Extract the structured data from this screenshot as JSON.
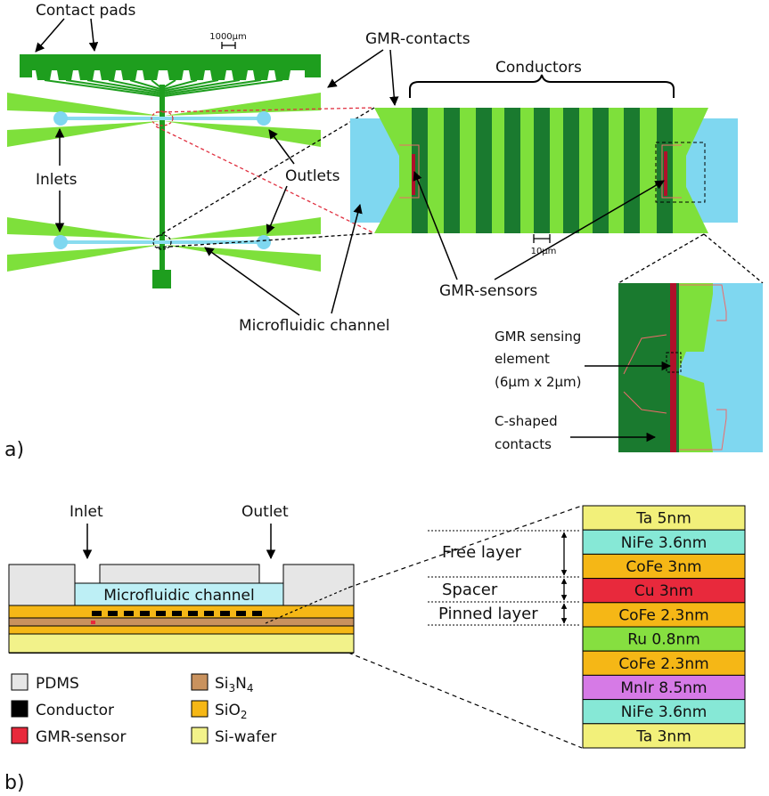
{
  "panel_a": {
    "panel_label": "a)",
    "contact_pads": "Contact pads",
    "scale_top": "1000µm",
    "gmr_contacts": "GMR-contacts",
    "conductors": "Conductors",
    "inlets": "Inlets",
    "outlets": "Outlets",
    "scale_bottom": "10µm",
    "gmr_sensors": "GMR-sensors",
    "microfluidic_channel": "Microfluidic channel",
    "sensing_element_lines": [
      "GMR sensing",
      "element",
      "(6µm x 2µm)"
    ],
    "c_shaped_lines": [
      "C-shaped",
      "contacts"
    ]
  },
  "panel_b": {
    "panel_label": "b)",
    "inlet": "Inlet",
    "outlet": "Outlet",
    "channel": "Microfluidic channel",
    "legend": [
      {
        "label": "PDMS",
        "color": "#e6e6e6"
      },
      {
        "label": "Conductor",
        "color": "#000000"
      },
      {
        "label": "GMR-sensor",
        "color": "#e8293c"
      },
      {
        "label": "Si3N4",
        "color": "#c9925e"
      },
      {
        "label": "SiO2",
        "color": "#f5b716"
      },
      {
        "label": "Si-wafer",
        "color": "#f2f28a"
      }
    ],
    "groups": {
      "free": "Free layer",
      "spacer": "Spacer",
      "pinned": "Pinned layer"
    },
    "stack": [
      {
        "label": "Ta 5nm",
        "color": "#f2f07a"
      },
      {
        "label": "NiFe 3.6nm",
        "color": "#86e8d6"
      },
      {
        "label": "CoFe 3nm",
        "color": "#f5b716"
      },
      {
        "label": "Cu 3nm",
        "color": "#e8293c"
      },
      {
        "label": "CoFe 2.3nm",
        "color": "#f5b716"
      },
      {
        "label": "Ru 0.8nm",
        "color": "#86df40"
      },
      {
        "label": "CoFe 2.3nm",
        "color": "#f5b716"
      },
      {
        "label": "MnIr 8.5nm",
        "color": "#d67ae6"
      },
      {
        "label": "NiFe 3.6nm",
        "color": "#86e8d6"
      },
      {
        "label": "Ta 3nm",
        "color": "#f2f07a"
      }
    ]
  }
}
